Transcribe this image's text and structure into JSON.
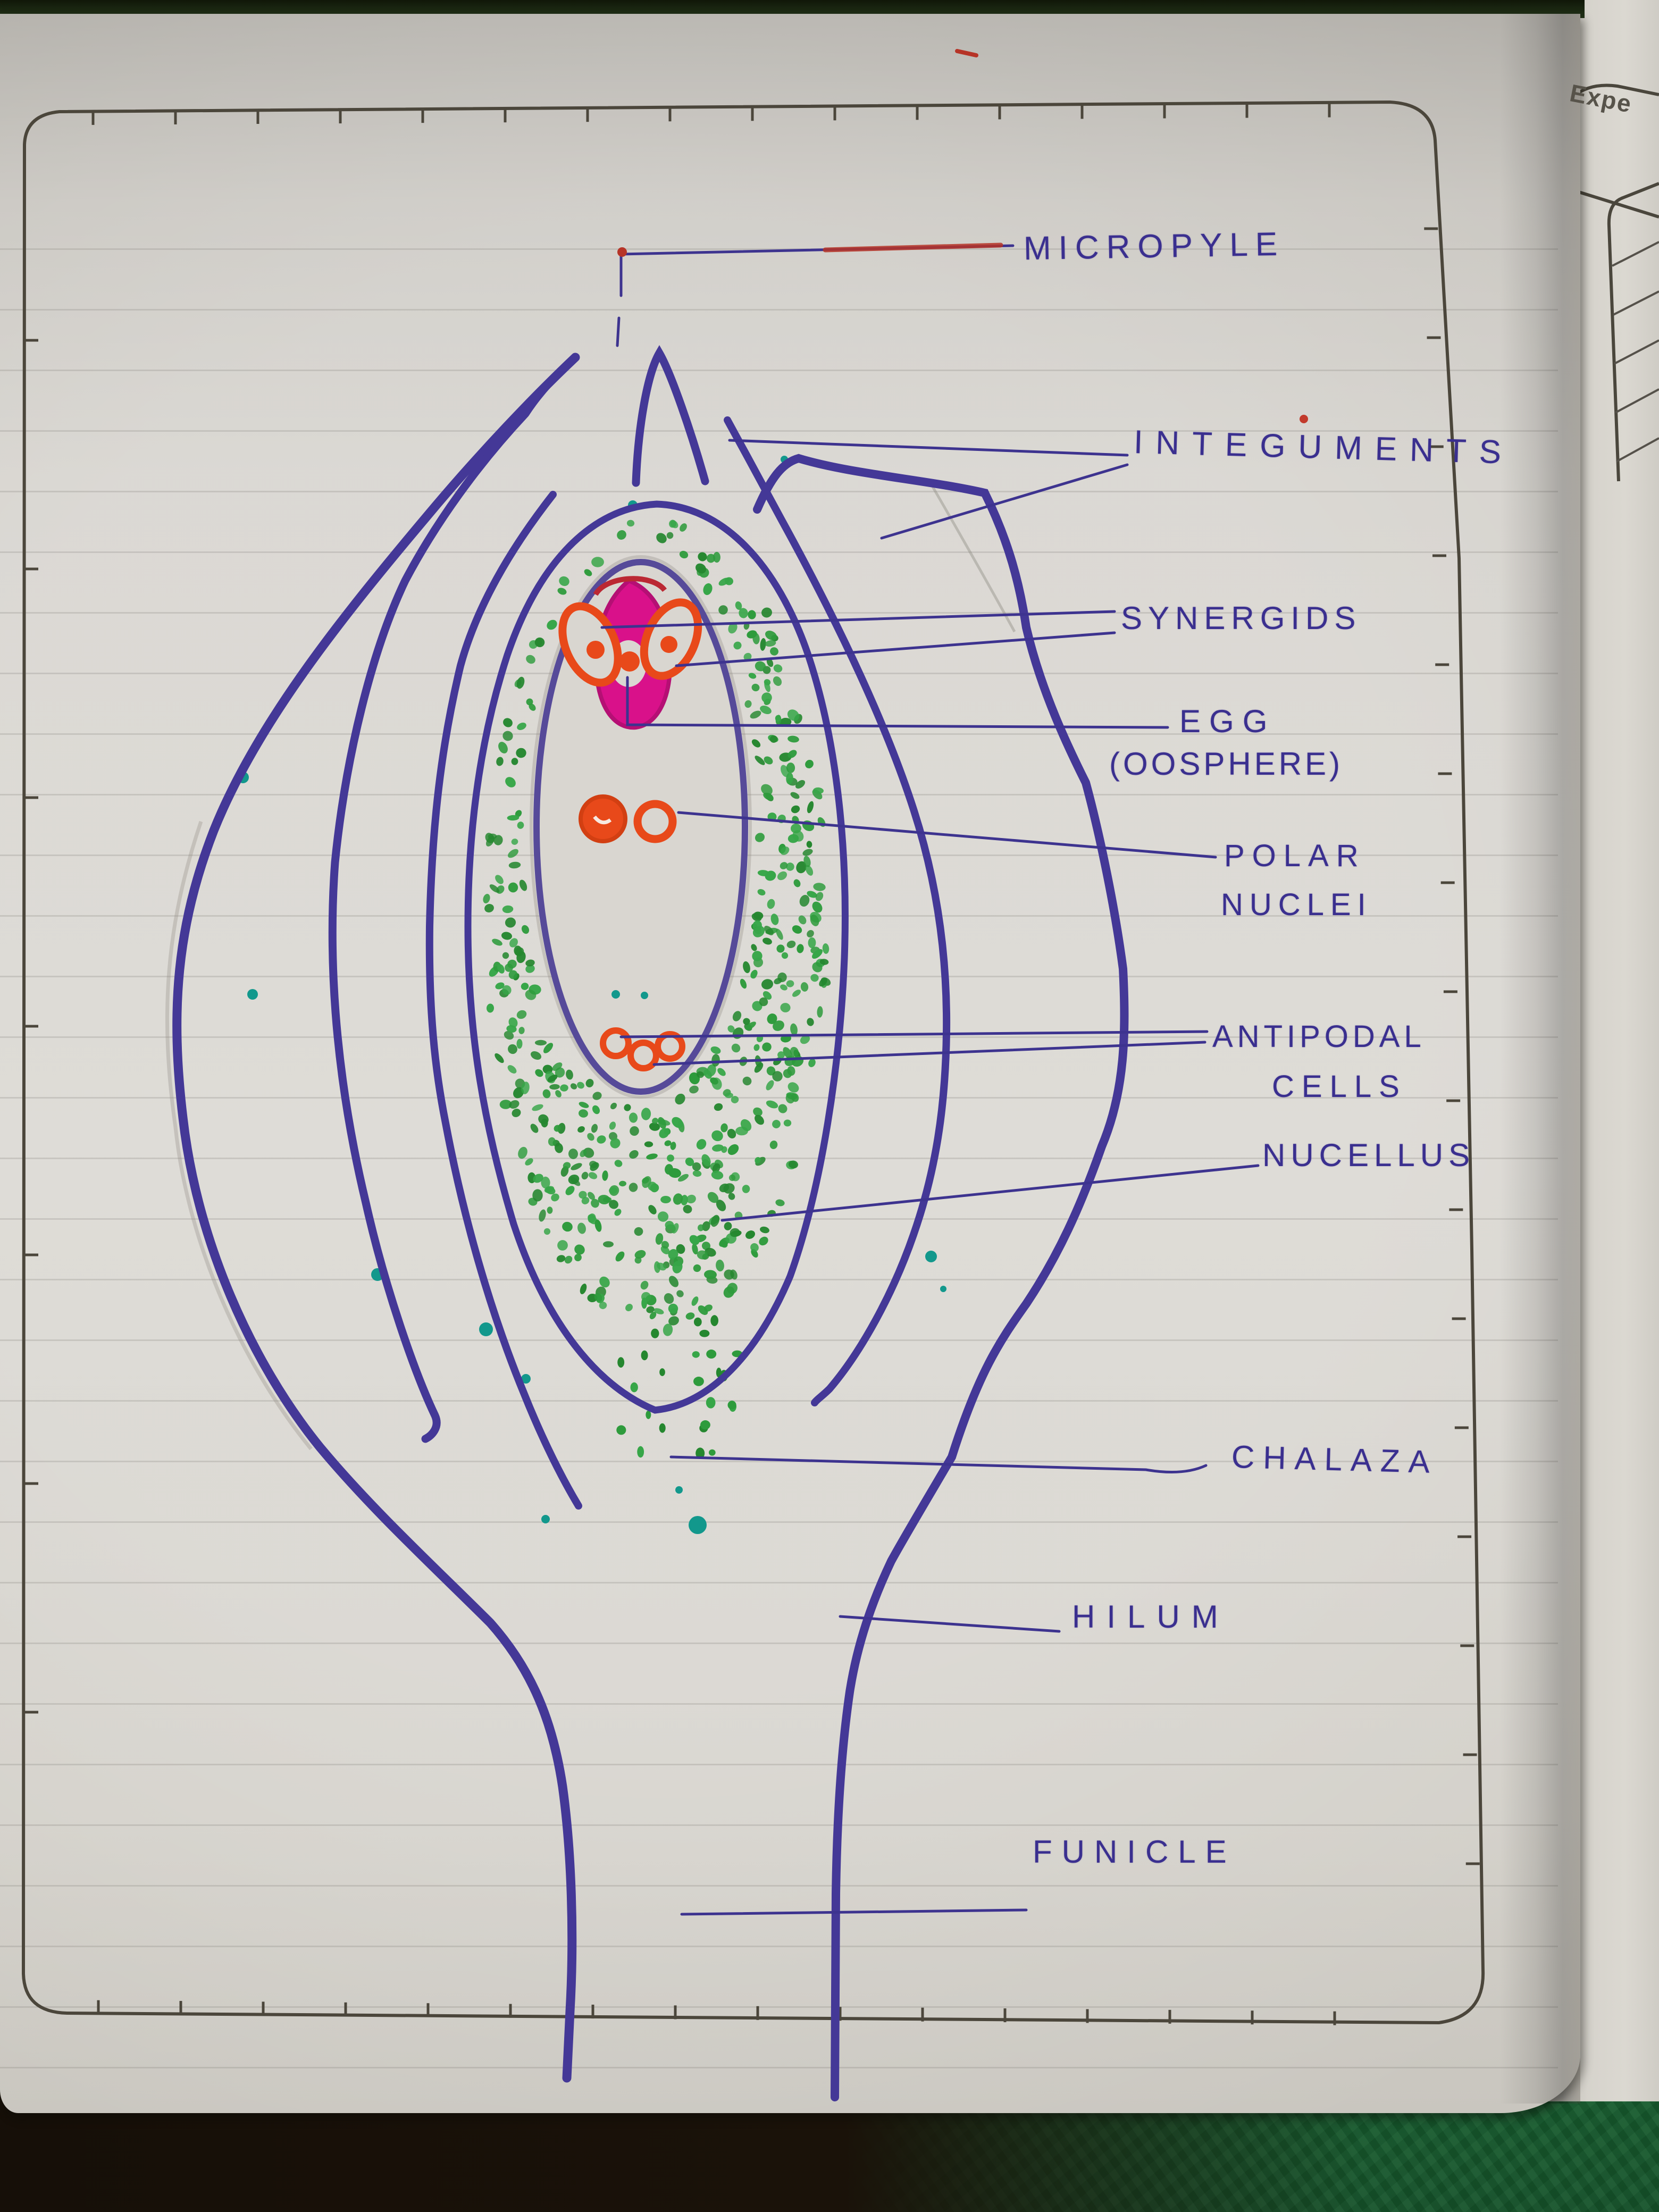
{
  "notebook": {
    "labels": [
      {
        "id": "micropyle",
        "text": "MICROPYLE"
      },
      {
        "id": "integuments",
        "text": "INTEGUMENTS"
      },
      {
        "id": "synergids",
        "text": "SYNERGIDS"
      },
      {
        "id": "egg_line1",
        "text": "EGG"
      },
      {
        "id": "egg_line2",
        "text": "(OOSPHERE)"
      },
      {
        "id": "polar_line1",
        "text": "POLAR"
      },
      {
        "id": "polar_line2",
        "text": "NUCLEI"
      },
      {
        "id": "antipodal_line1",
        "text": "ANTIPODAL"
      },
      {
        "id": "antipodal_line2",
        "text": "CELLS"
      },
      {
        "id": "nucellus",
        "text": "NUCELLUS"
      },
      {
        "id": "chalaza",
        "text": "CHALAZA"
      },
      {
        "id": "hilum",
        "text": "HILUM"
      },
      {
        "id": "funicle",
        "text": "FUNICLE"
      }
    ],
    "next_page_text": "Expe",
    "ink": {
      "purple": "#443897",
      "pointer": "#3d338f",
      "orange": "#e8491a",
      "magenta": "#d9118a",
      "crimson": "#bb2833",
      "green": "#2e9b3c",
      "green_dark": "#25872f",
      "teal": "#12988c",
      "red": "#b63427",
      "frame": "#4b463b"
    }
  }
}
